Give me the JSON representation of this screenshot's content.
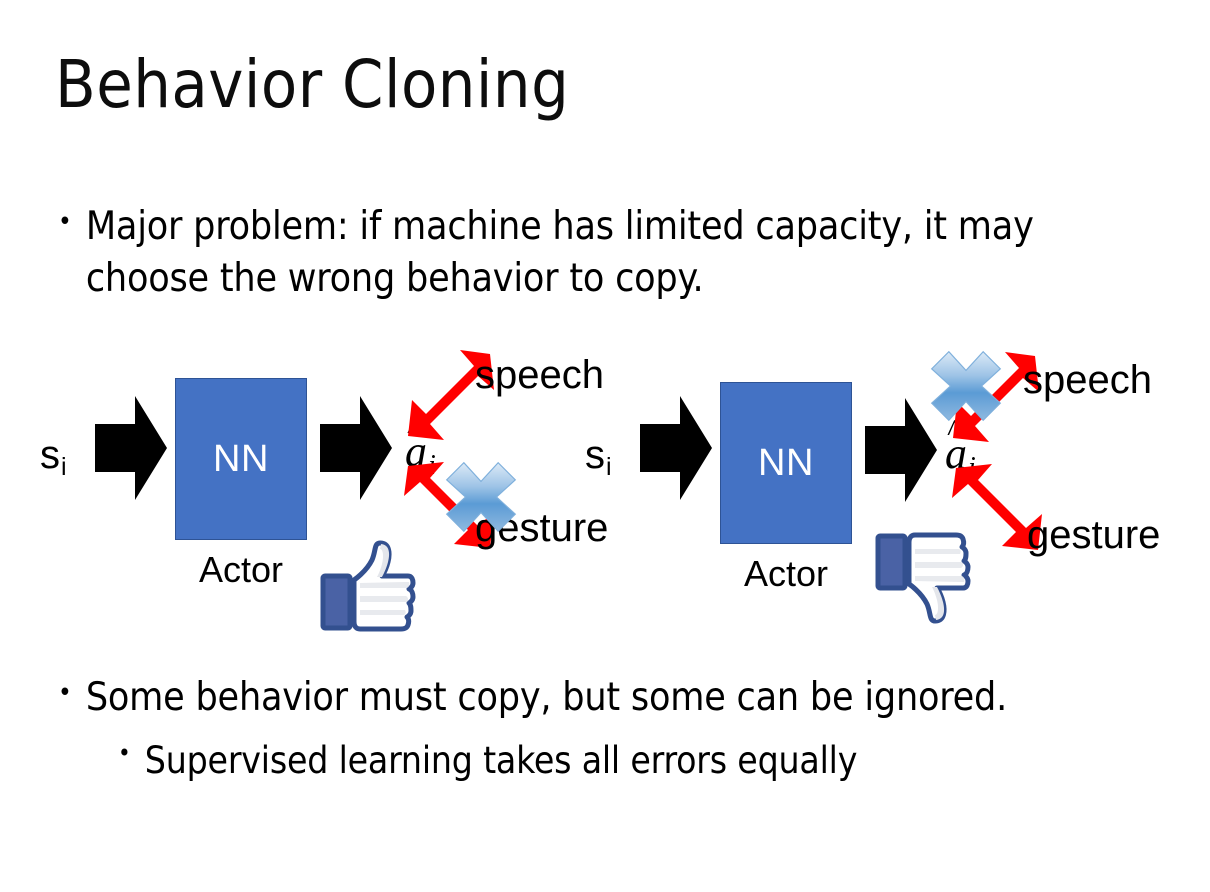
{
  "slide": {
    "title": "Behavior Cloning",
    "bullets": {
      "top": {
        "marker": "•",
        "text": "Major problem: if machine has limited capacity, it may choose the wrong behavior to copy."
      },
      "bottom_1": {
        "marker": "•",
        "text": "Some behavior must copy, but some can be ignored."
      },
      "bottom_2": {
        "marker": "•",
        "text": "Supervised learning takes all errors equally"
      }
    }
  },
  "diagrams": [
    {
      "id": "left",
      "state_label": "s",
      "state_subscript": "i",
      "network_label": "NN",
      "network_caption": "Actor",
      "action_label": "a",
      "action_subscript": "i",
      "output_top": "speech",
      "output_bottom": "gesture",
      "crossed_out": "gesture",
      "feedback": "thumbs-up",
      "in_arrow": "right-block-arrow",
      "out_arrow": "right-block-arrow"
    },
    {
      "id": "right",
      "state_label": "s",
      "state_subscript": "i",
      "network_label": "NN",
      "network_caption": "Actor",
      "action_label": "a",
      "action_subscript": "i",
      "output_top": "speech",
      "output_bottom": "gesture",
      "crossed_out": "speech",
      "feedback": "thumbs-down",
      "in_arrow": "right-block-arrow",
      "out_arrow": "right-block-arrow"
    }
  ],
  "colors": {
    "background": "#FFFFFF",
    "text": "#000000",
    "network_box_fill": "#4472C4",
    "network_box_border": "#2E5395",
    "network_box_text": "#FFFFFF",
    "relation_arrow": "#FF0000",
    "flow_arrow": "#000000",
    "cross_icon": "#5B9BD5",
    "thumb_outline": "#3B5998",
    "thumb_fill": "#FFFFFF"
  }
}
